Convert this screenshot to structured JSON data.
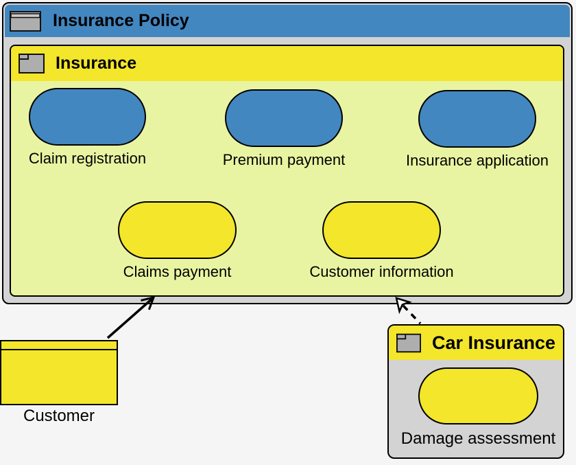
{
  "colors": {
    "background": "#f5f5f5",
    "header_blue": "#4387c0",
    "pill_blue": "#4387c0",
    "bright_yellow": "#f3e62b",
    "body_green": "#e9f4a2",
    "container_gray": "#d3d3d3",
    "icon_gray": "#aeaeae",
    "icon_gray_light": "#c9c9c9"
  },
  "insurance_policy": {
    "title": "Insurance Policy",
    "icon": "frame-icon"
  },
  "insurance": {
    "title": "Insurance",
    "icon": "folder-icon",
    "blue_pills": [
      {
        "label": "Claim registration"
      },
      {
        "label": "Premium payment"
      },
      {
        "label": "Insurance application"
      }
    ],
    "yellow_pills": [
      {
        "label": "Claims payment"
      },
      {
        "label": "Customer information"
      }
    ]
  },
  "customer": {
    "label": "Customer"
  },
  "car_insurance": {
    "title": "Car Insurance",
    "icon": "folder-icon",
    "pills": [
      {
        "label": "Damage assessment"
      }
    ]
  },
  "connectors": [
    {
      "from": "Customer",
      "to": "Insurance",
      "style": "solid",
      "arrowhead": "open"
    },
    {
      "from": "Car Insurance",
      "to": "Insurance",
      "style": "dashed",
      "arrowhead": "open"
    }
  ]
}
